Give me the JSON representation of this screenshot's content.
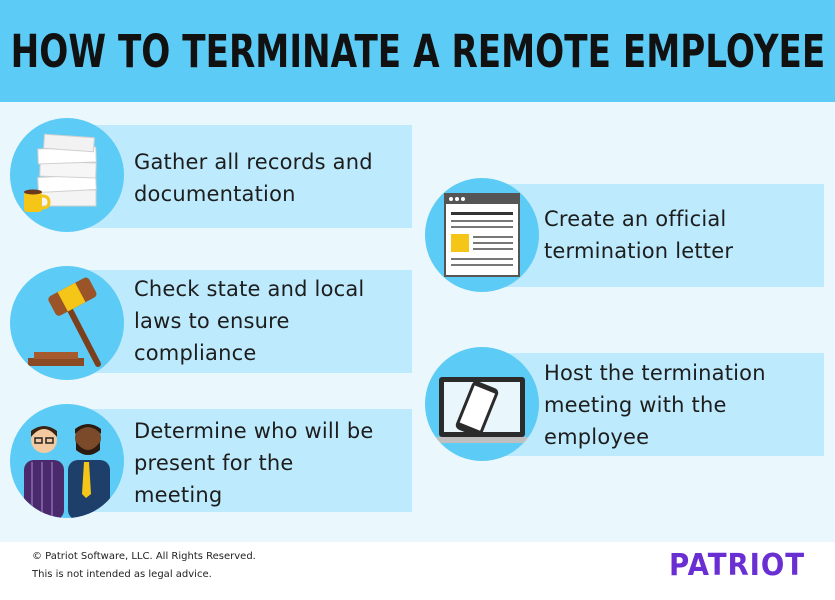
{
  "header": {
    "title": "HOW TO TERMINATE A REMOTE EMPLOYEE"
  },
  "steps_left": [
    {
      "icon": "paper-stack-coffee-icon",
      "line1": "Gather all records and",
      "line2": "documentation",
      "line3": ""
    },
    {
      "icon": "gavel-icon",
      "line1": "Check state and local",
      "line2": "laws to ensure",
      "line3": "compliance"
    },
    {
      "icon": "two-people-icon",
      "line1": "Determine who will be",
      "line2": "present for the",
      "line3": "meeting"
    }
  ],
  "steps_right": [
    {
      "icon": "document-browser-icon",
      "line1": "Create an official",
      "line2": "termination letter",
      "line3": ""
    },
    {
      "icon": "laptop-phone-icon",
      "line1": "Host the termination",
      "line2": "meeting with the",
      "line3": "employee"
    }
  ],
  "footer": {
    "copyright": "© Patriot Software, LLC. All Rights Reserved.",
    "disclaimer": "This is not intended as legal advice.",
    "logo": "PATRIOT"
  },
  "colors": {
    "header_bg": "#5ccbf5",
    "card_bg": "#bdeafc",
    "page_bg": "#eaf7fd",
    "logo": "#6a2fd3"
  }
}
